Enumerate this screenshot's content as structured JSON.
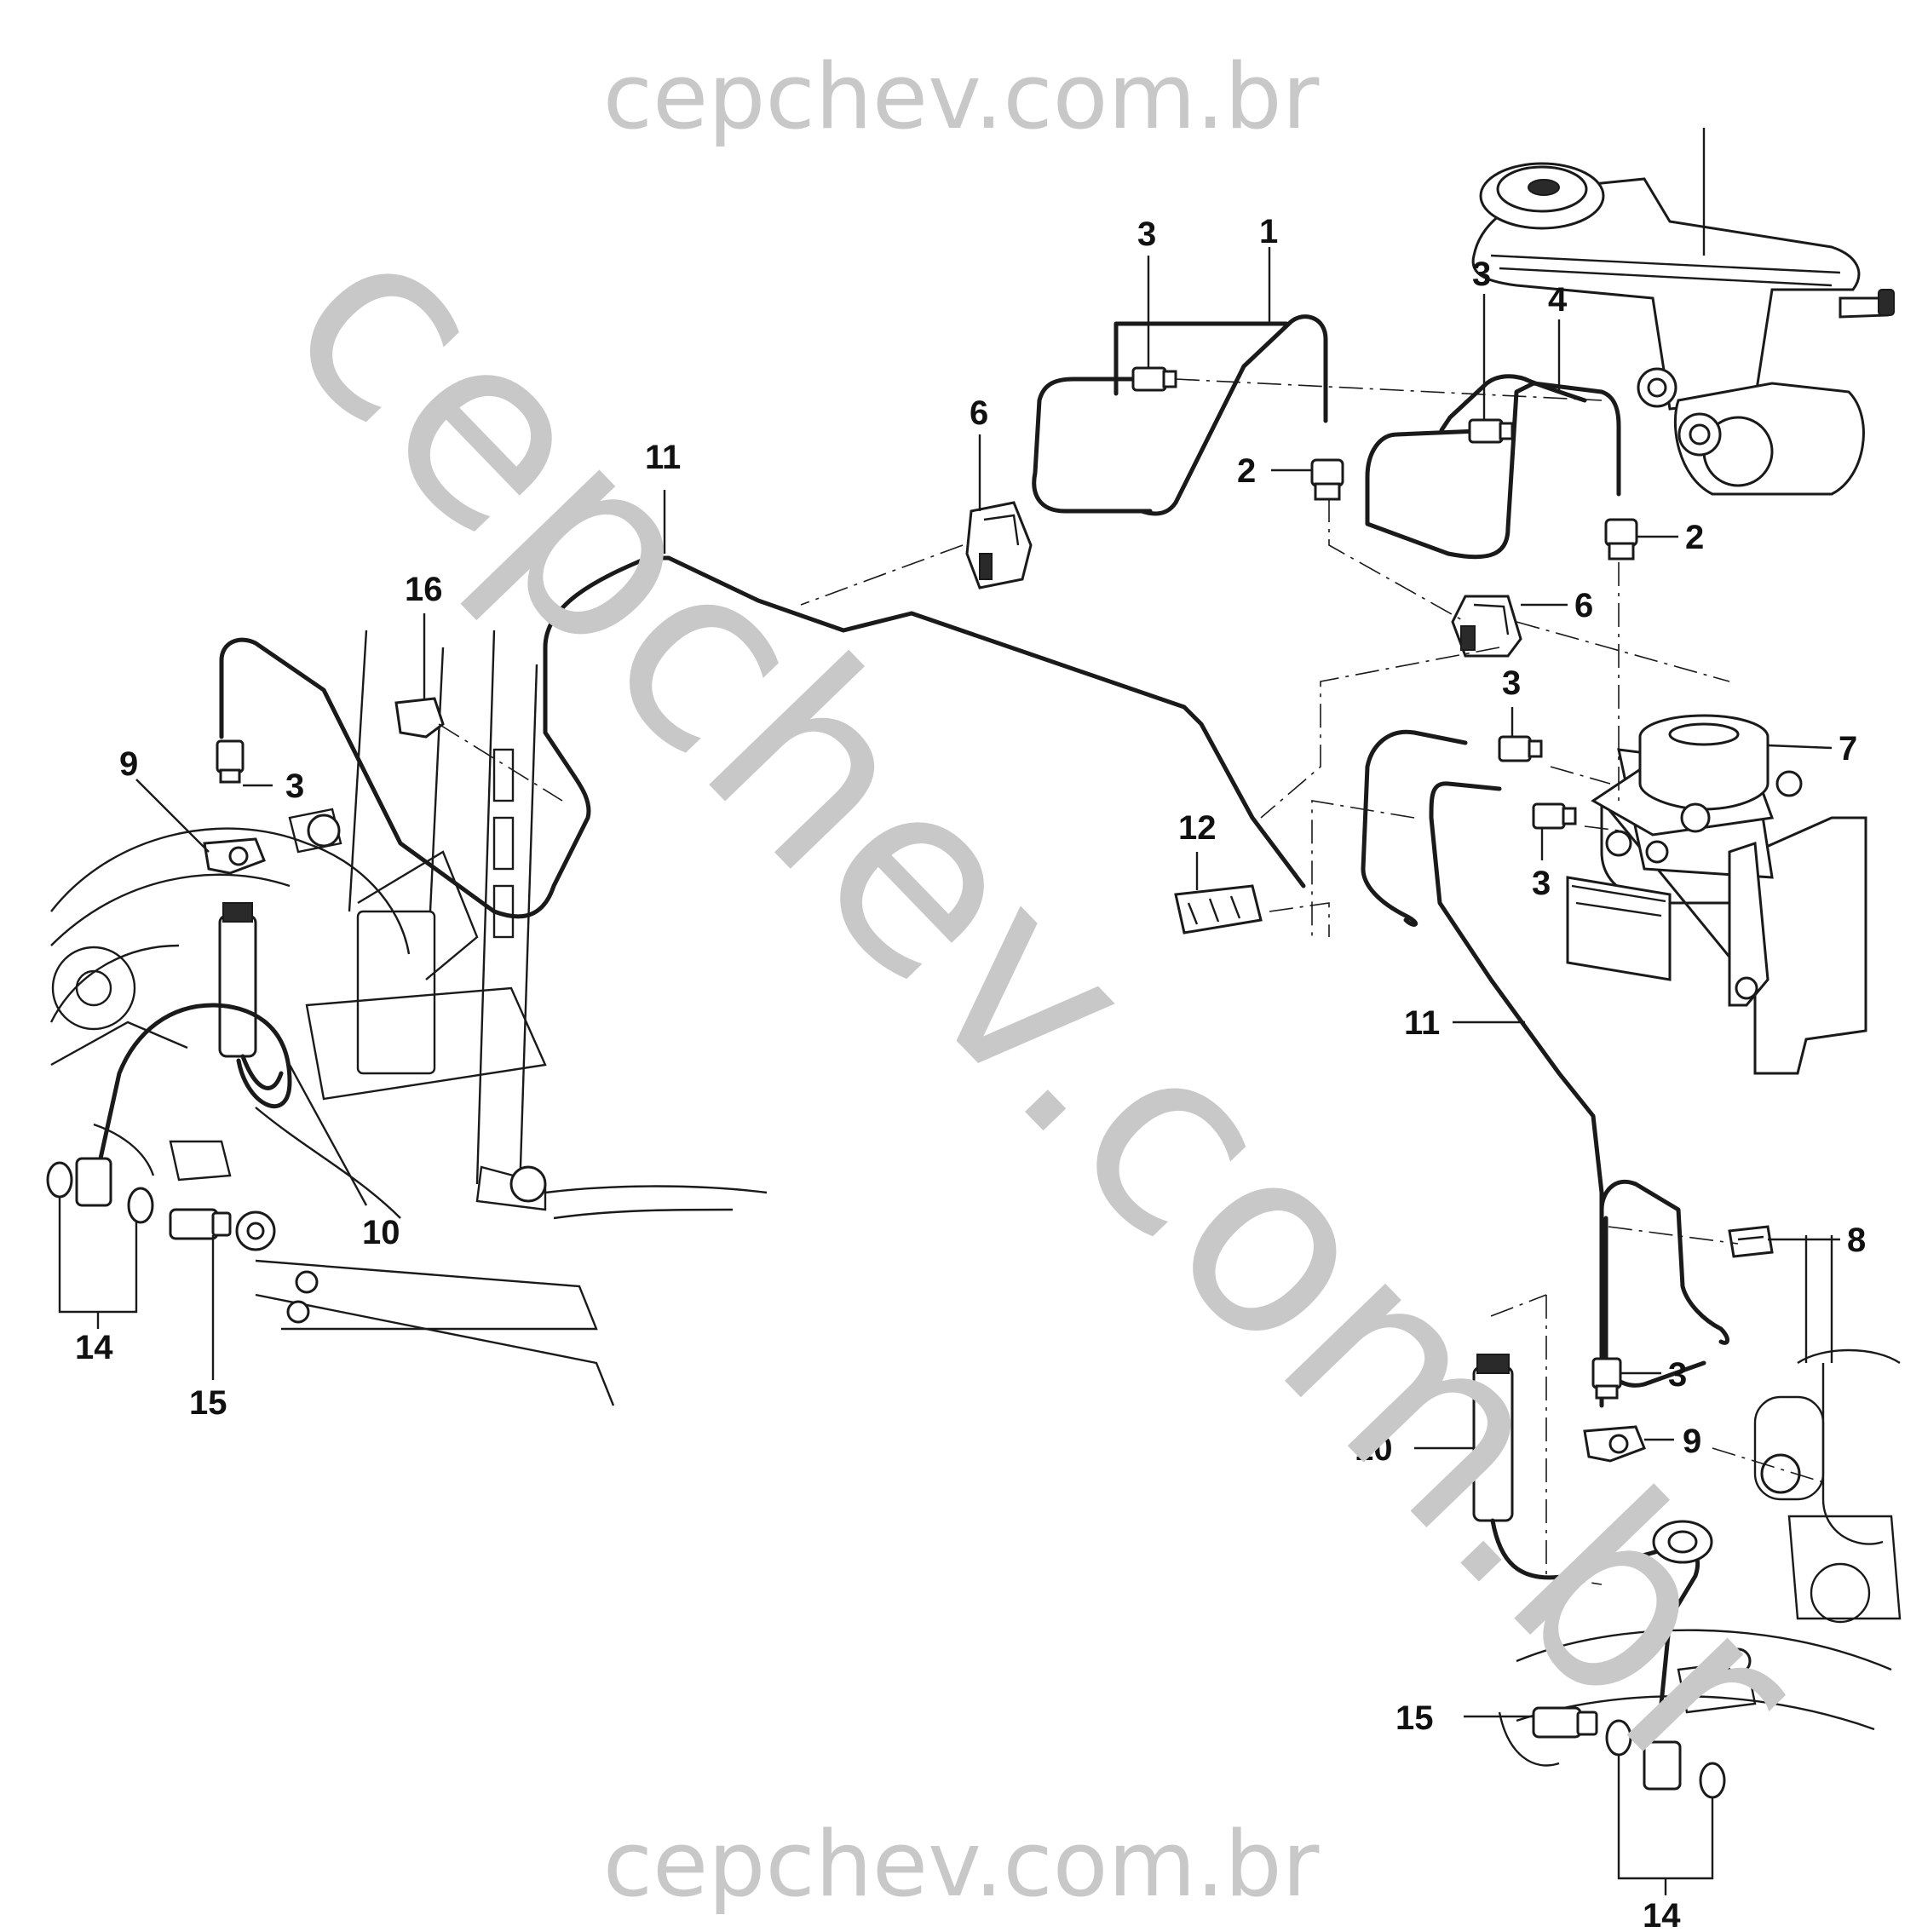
{
  "watermarks": {
    "top": "cepchev.com.br",
    "diagonal": "cepchev.com.br",
    "bottom": "cepchev.com.br"
  },
  "callouts": {
    "c1": "1",
    "c2a": "2",
    "c2b": "2",
    "c3a": "3",
    "c3b": "3",
    "c3c": "3",
    "c3d": "3",
    "c3e": "3",
    "c3f": "3",
    "c4": "4",
    "c6a": "6",
    "c6b": "6",
    "c7": "7",
    "c8": "8",
    "c9a": "9",
    "c9b": "9",
    "c10a": "10",
    "c10b": "10",
    "c11a": "11",
    "c11b": "11",
    "c12": "12",
    "c14a": "14",
    "c14b": "14",
    "c15a": "15",
    "c15b": "15",
    "c16": "16"
  },
  "colors": {
    "line": "#1a1a1a",
    "watermark": "#c8c8c8",
    "background": "#ffffff"
  }
}
